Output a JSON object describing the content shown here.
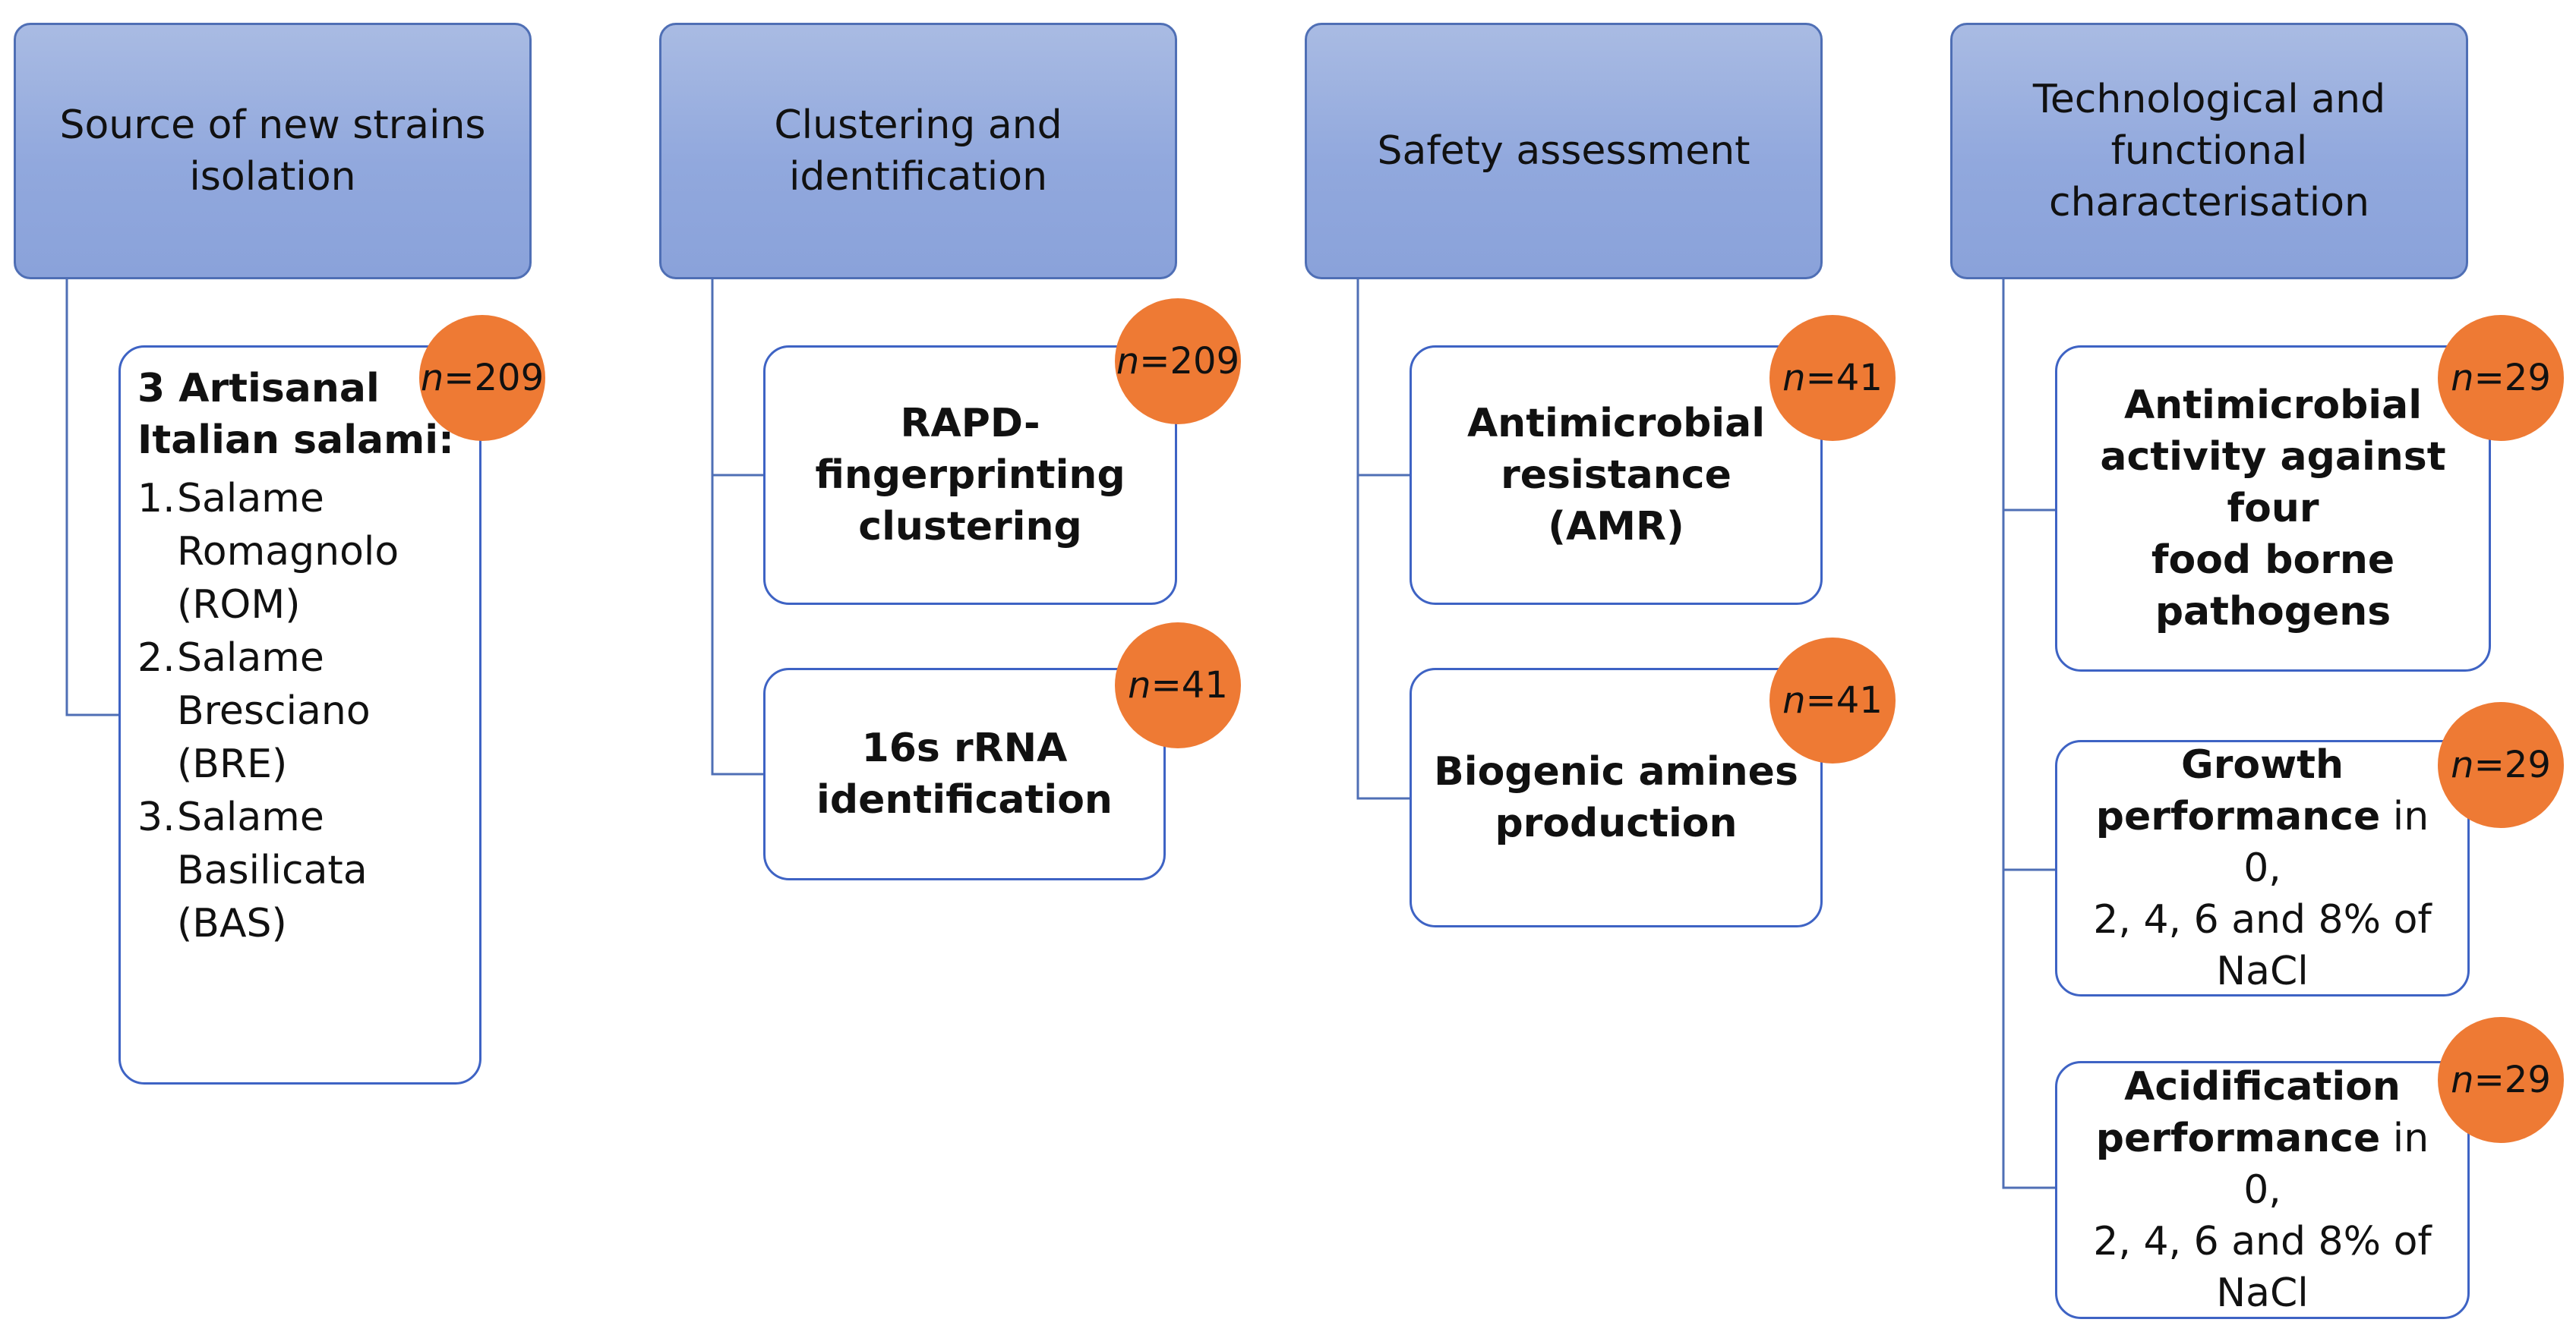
{
  "colors": {
    "header_fill": "#91a8dd",
    "header_border": "#4f6fb5",
    "card_border": "#3e63c4",
    "badge_fill": "#ee7a34",
    "connector": "#4f6fb5"
  },
  "columns": [
    {
      "header": "Source of new strains\nisolation",
      "source": {
        "title": "3 Artisanal\nItalian salami:",
        "badge": {
          "prefix": "n",
          "value": "=209"
        },
        "items": [
          {
            "num": "1.",
            "text": "Salame\nRomagnolo\n(ROM)"
          },
          {
            "num": "2.",
            "text": "Salame\nBresciano\n(BRE)"
          },
          {
            "num": "3.",
            "text": "Salame\nBasilicata\n(BAS)"
          }
        ]
      }
    },
    {
      "header": "Clustering and\nidentification",
      "cards": [
        {
          "title": "RAPD-\nfingerprinting\nclustering",
          "badge": {
            "prefix": "n",
            "value": "=209"
          }
        },
        {
          "title": "16s rRNA\nidentification",
          "badge": {
            "prefix": "n",
            "value": "=41"
          }
        }
      ]
    },
    {
      "header": "Safety assessment",
      "cards": [
        {
          "title": "Antimicrobial\nresistance (AMR)",
          "badge": {
            "prefix": "n",
            "value": "=41"
          }
        },
        {
          "title": "Biogenic amines\nproduction",
          "badge": {
            "prefix": "n",
            "value": "=41"
          }
        }
      ]
    },
    {
      "header": "Technological and\nfunctional\ncharacterisation",
      "cards": [
        {
          "title": "Antimicrobial\nactivity against four\nfood borne\npathogens",
          "badge": {
            "prefix": "n",
            "value": "=29"
          }
        },
        {
          "title_bold_1": "Growth",
          "title_bold_2": "performance",
          "title_rest": " in 0,",
          "title_tail": "2, 4, 6 and 8% of\nNaCl",
          "badge": {
            "prefix": "n",
            "value": "=29"
          }
        },
        {
          "title_bold_1": "Acidification",
          "title_bold_2": "performance",
          "title_rest": " in 0,",
          "title_tail": "2, 4, 6 and 8% of\nNaCl",
          "badge": {
            "prefix": "n",
            "value": "=29"
          }
        }
      ]
    }
  ]
}
